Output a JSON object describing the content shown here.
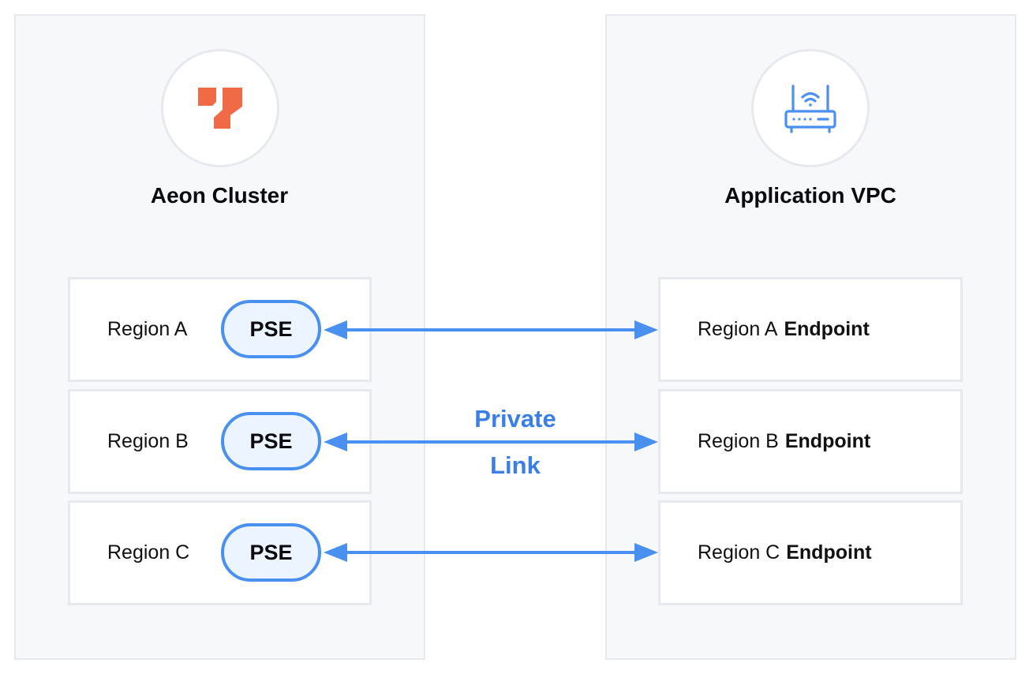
{
  "left_panel": {
    "title": "Aeon Cluster",
    "icon": "aeon-logo-icon",
    "logo_color": "#f06a46",
    "regions": [
      {
        "label": "Region A",
        "service": "PSE"
      },
      {
        "label": "Region B",
        "service": "PSE"
      },
      {
        "label": "Region C",
        "service": "PSE"
      }
    ]
  },
  "right_panel": {
    "title": "Application VPC",
    "icon": "router-icon",
    "icon_color": "#4a90f0",
    "regions": [
      {
        "label": "Region A",
        "suffix": "Endpoint"
      },
      {
        "label": "Region B",
        "suffix": "Endpoint"
      },
      {
        "label": "Region C",
        "suffix": "Endpoint"
      }
    ]
  },
  "connection": {
    "label_line1": "Private",
    "label_line2": "Link",
    "color": "#4a90f0"
  }
}
